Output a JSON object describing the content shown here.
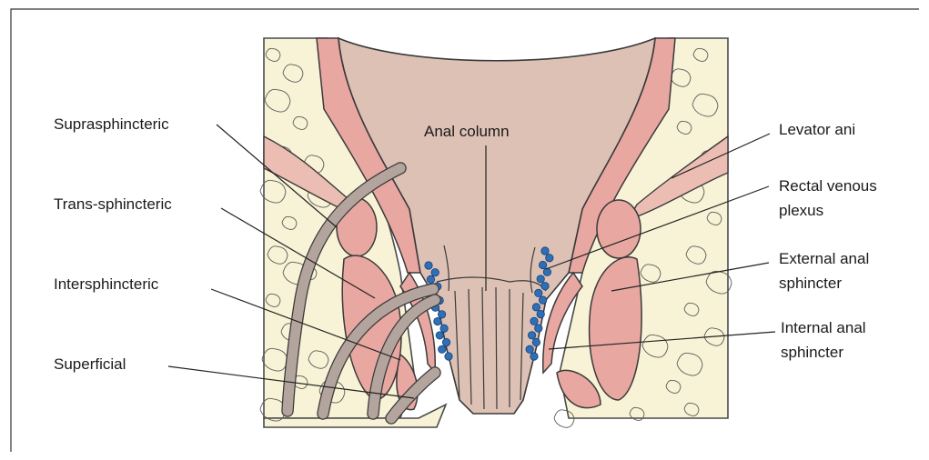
{
  "figure": {
    "left_labels": {
      "suprasphincteric": "Suprasphincteric",
      "trans_sphincteric": "Trans-sphincteric",
      "intersphincteric": "Intersphincteric",
      "superficial": "Superficial"
    },
    "center_label": "Anal column",
    "right_labels": {
      "levator_ani": "Levator ani",
      "rectal_venous_plexus_1": "Rectal venous",
      "rectal_venous_plexus_2": "plexus",
      "external_anal_sphincter_1": "External anal",
      "external_anal_sphincter_2": "sphincter",
      "internal_anal_sphincter_1": "Internal anal",
      "internal_anal_sphincter_2": "sphincter"
    }
  },
  "colors": {
    "fat": "#f8f3d6",
    "muscle": "#e8a7a0",
    "mucosa": "#ddc1b5",
    "fistula": "#b3a49d",
    "vein": "#2f6fb6"
  }
}
